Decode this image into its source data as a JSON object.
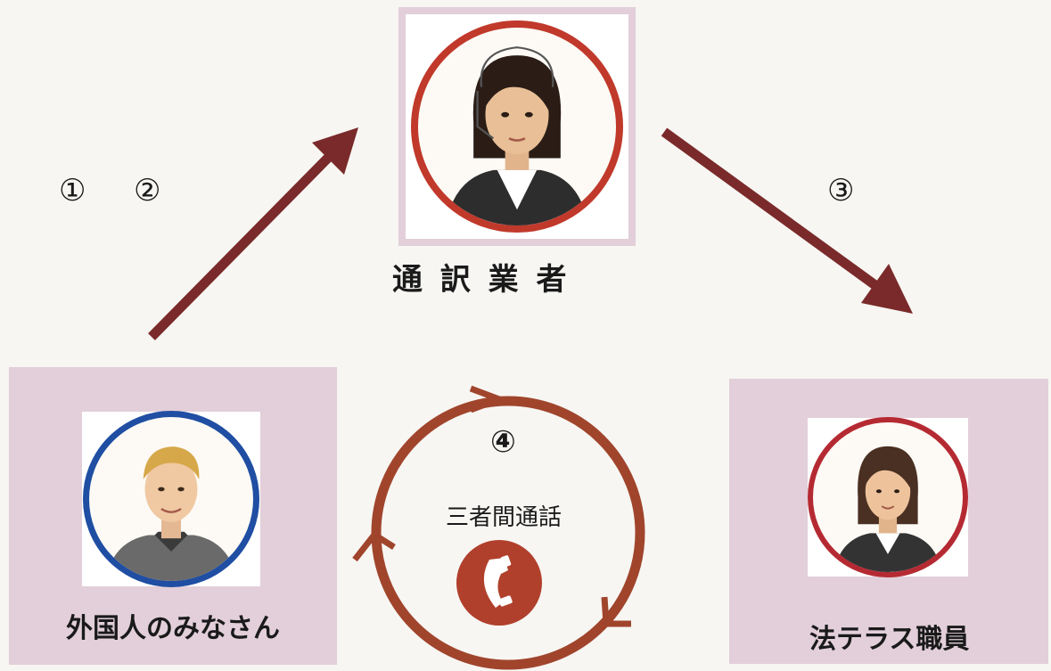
{
  "interpreter": {
    "label": "通 訳 業 者",
    "ring_color": "#c0392b"
  },
  "foreigner": {
    "label": "外国人のみなさん",
    "ring_color": "#1f4ea3"
  },
  "staff": {
    "label": "法テラス職員",
    "ring_color": "#b52a32"
  },
  "steps": {
    "one": "①",
    "two": "②",
    "three": "③",
    "four": "④"
  },
  "call": {
    "label": "三者間通話"
  },
  "colors": {
    "arrow": "#7a2a2a",
    "cycle": "#a0452c",
    "box": "#e2cfd9"
  }
}
